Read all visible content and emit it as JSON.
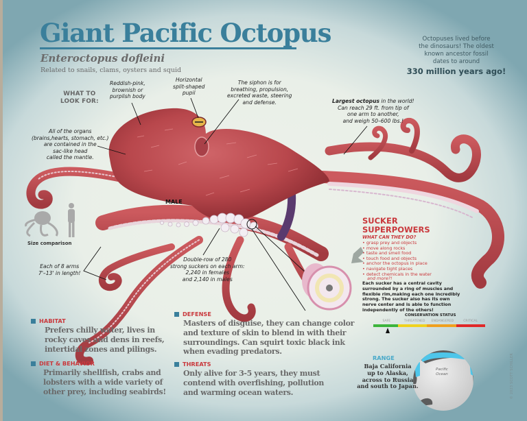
{
  "header": {
    "title": "Giant Pacific Octopus",
    "scientific_name": "Enteroctopus dofleini",
    "tagline": "Related to snails, clams, oysters and squid"
  },
  "fact_box": {
    "lines": [
      "Octopuses lived before",
      "the dinosaurs! The oldest",
      "known ancestor fossil",
      "dates to around"
    ],
    "highlight": "330 million years ago!"
  },
  "callouts": {
    "what_to_look_for": [
      "WHAT TO",
      "LOOK FOR:"
    ],
    "body_color": [
      "Reddish-pink,",
      "brownish or",
      "purplish body"
    ],
    "pupil": [
      "Horizontal",
      "split-shaped",
      "pupil"
    ],
    "siphon": [
      "The siphon is for",
      "breathing, propulsion,",
      "excreted waste, steering",
      "and defense."
    ],
    "mantle": [
      "All of the organs",
      "(brains,hearts, stomach, etc.)",
      "are contained in the",
      "sac-like head",
      "called the mantle."
    ],
    "largest_bold": "Largest octopus",
    "largest_rest": " in the world!",
    "largest_lines": [
      "Can reach 29 ft. from tip of",
      "one arm to another,",
      "and weigh 50–600 lbs.!"
    ],
    "male": "MALE",
    "size_comparison": "Size comparison",
    "arms": [
      "Each of 8 arms",
      "7'–13' in length!"
    ],
    "suckers": [
      "Double-row of 280",
      "strong suckers on each arm:",
      "2,240 in females",
      "and 2,140 in males"
    ]
  },
  "sucker_superpowers": {
    "title_lines": [
      "SUCKER",
      "SUPERPOWERS"
    ],
    "subtitle": "WHAT CAN THEY DO?",
    "items": [
      "grasp prey and objects",
      "move along rocks",
      "taste and smell food",
      "touch food and objects",
      "anchor the octopus in place",
      "navigate tight places",
      "detect chemicals in the water"
    ],
    "more": "and more?!",
    "description": "Each sucker has a central cavity surrounded by a ring of muscles and flexible rim,making each one incredibly strong. The sucker also has its own nerve center and is able to function independently of the others!"
  },
  "sections": {
    "habitat": {
      "heading": "HABITAT",
      "lines": [
        "Prefers chilly water, lives in",
        "rocky caves and dens in reefs,",
        "intertidal zones and pilings."
      ]
    },
    "diet": {
      "heading": "DIET & BEHAVIOR",
      "lines": [
        "Primarily shellfish, crabs and",
        "lobsters with a wide variety of",
        "other prey, including seabirds!"
      ]
    },
    "defense": {
      "heading": "DEFENSE",
      "lines": [
        "Masters of disguise, they can change color",
        "and texture of skin to blend in with their",
        "surroundings. Can squirt toxic black ink",
        "when evading predators."
      ]
    },
    "threats": {
      "heading": "THREATS",
      "lines": [
        "Only alive for 3-5 years, they must",
        "contend with overfishing, pollution",
        "and warming ocean waters."
      ]
    }
  },
  "conservation": {
    "title": "CONSERVATION STATUS",
    "levels": [
      {
        "label": "SAFE",
        "color": "#3cb43c"
      },
      {
        "label": "THREATENED",
        "color": "#f0d21e"
      },
      {
        "label": "ENDANGERED",
        "color": "#f0a01e"
      },
      {
        "label": "CRITICAL",
        "color": "#e02828"
      }
    ],
    "current": "SAFE"
  },
  "range": {
    "heading": "RANGE",
    "lines": [
      "Baja California",
      "up to Alaska,",
      "across to Russia",
      "and south to Japan."
    ],
    "map_label": [
      "Pacific",
      "Ocean"
    ]
  },
  "copyright": "© 2023 SCOTT SCHILLER",
  "colors": {
    "title_blue": "#3a7f9b",
    "accent_red": "#c9383c",
    "range_blue": "#48a9c9",
    "octopus_body": "#b8474c"
  }
}
